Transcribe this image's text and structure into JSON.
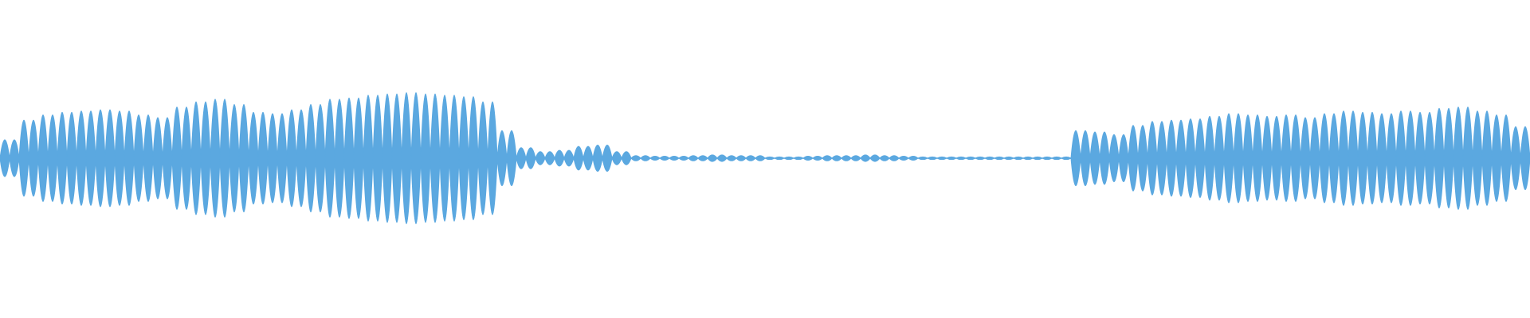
{
  "waveform": {
    "color": "#5BA8E0",
    "background": "#FFFFFF",
    "normalized_peaks": [
      0.28,
      0.58,
      0.66,
      0.7,
      0.72,
      0.74,
      0.72,
      0.66,
      0.62,
      0.78,
      0.86,
      0.9,
      0.82,
      0.7,
      0.68,
      0.74,
      0.82,
      0.9,
      0.92,
      0.96,
      0.98,
      1.0,
      0.98,
      0.96,
      0.94,
      0.86,
      0.42,
      0.16,
      0.1,
      0.12,
      0.18,
      0.2,
      0.1,
      0.04,
      0.03,
      0.03,
      0.04,
      0.05,
      0.04,
      0.04,
      0.02,
      0.02,
      0.03,
      0.04,
      0.04,
      0.05,
      0.04,
      0.03,
      0.02,
      0.02,
      0.02,
      0.02,
      0.02,
      0.02,
      0.02,
      0.02,
      0.42,
      0.4,
      0.36,
      0.5,
      0.56,
      0.58,
      0.6,
      0.64,
      0.68,
      0.66,
      0.64,
      0.66,
      0.62,
      0.68,
      0.72,
      0.7,
      0.68,
      0.72,
      0.7,
      0.76,
      0.78,
      0.72,
      0.66,
      0.48
    ]
  }
}
